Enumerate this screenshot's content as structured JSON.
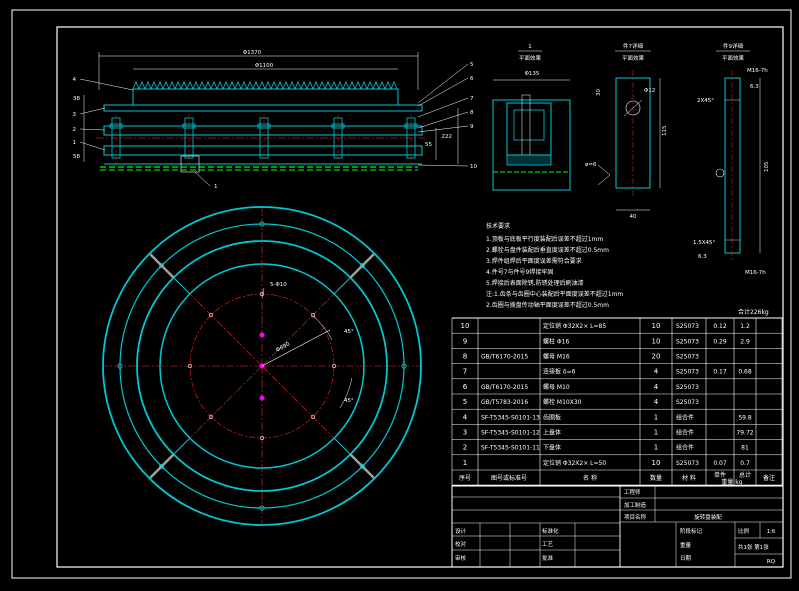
{
  "views": {
    "section_1": {
      "title": "1",
      "subtitle": "平面效果"
    },
    "part_7": {
      "title": "件7详细",
      "subtitle": "平面效果"
    },
    "part_9": {
      "title": "件9详细",
      "subtitle": "平面效果"
    }
  },
  "dimensions": {
    "overall_outer": "Φ1370",
    "overall_inner": "Φ1100",
    "left_38": "38",
    "left_58": "58",
    "right_222": "222",
    "right_55": "55",
    "sec_135": "Φ135",
    "sec_m6": "ø=6",
    "p7_d12": "Φ12",
    "p7_30": "30",
    "p7_115": "115",
    "p7_40": "40",
    "p9_m16_top": "M16-7h",
    "p9_63_top": "6.3",
    "p9_chamfer_top": "2X45°",
    "p9_chamfer_bot": "1.5X45°",
    "p9_63_bot": "6.3",
    "p9_m16_bot": "M16-7h",
    "p9_length": "105",
    "plan_holes": "5-Φ10",
    "plan_pcd": "Φ690",
    "plan_angle_1": "45°",
    "plan_angle_2": "45°"
  },
  "callouts": [
    "4",
    "3",
    "2",
    "1",
    "5",
    "6",
    "7",
    "8",
    "9",
    "10"
  ],
  "detail_ref": "1",
  "notes": {
    "title": "技术要求",
    "lines": [
      "1.顶板与底板平行度装配后误差不超过1mm",
      "2.螺栓与盘件装配后垂直度误差不超过0.5mm",
      "3.焊件组焊后平面度误差需符合要求",
      "4.件号7与件号9焊接牢固",
      "5.焊接后表面除锈,防锈处理后刷油漆",
      "注:1.齿条与齿圈中心装配后平面度误差不超过1mm",
      "   2.齿圈与拨盘传动轴平面度误差不超过0.5mm"
    ]
  },
  "bom": {
    "total_weight": "合计226kg",
    "rows": [
      {
        "no": "10",
        "code": "",
        "name": "定位销 Φ32X2× L=85",
        "qty": "10",
        "material": "S25073",
        "unit_wt": "0.12",
        "total_wt": "1.2",
        "remark": ""
      },
      {
        "no": "9",
        "code": "",
        "name": "螺柱 Φ16",
        "qty": "10",
        "material": "S25073",
        "unit_wt": "0.29",
        "total_wt": "2.9",
        "remark": ""
      },
      {
        "no": "8",
        "code": "GB/T6170-2015",
        "name": "螺母 M16",
        "qty": "20",
        "material": "S25073",
        "unit_wt": "",
        "total_wt": "",
        "remark": ""
      },
      {
        "no": "7",
        "code": "",
        "name": "连接板 δ=6",
        "qty": "4",
        "material": "S25073",
        "unit_wt": "0.17",
        "total_wt": "0.68",
        "remark": ""
      },
      {
        "no": "6",
        "code": "GB/T6170-2015",
        "name": "螺母 M10",
        "qty": "4",
        "material": "S25073",
        "unit_wt": "",
        "total_wt": "",
        "remark": ""
      },
      {
        "no": "5",
        "code": "GB/T5783-2016",
        "name": "螺栓 M10X30",
        "qty": "4",
        "material": "S25073",
        "unit_wt": "",
        "total_wt": "",
        "remark": ""
      },
      {
        "no": "4",
        "code": "SF-T5345-S0101-13",
        "name": "齿圈板",
        "qty": "1",
        "material": "组合件",
        "unit_wt": "",
        "total_wt": "59.8",
        "remark": ""
      },
      {
        "no": "3",
        "code": "SF-T5345-S0101-12",
        "name": "上盘体",
        "qty": "1",
        "material": "组合件",
        "unit_wt": "",
        "total_wt": "79.72",
        "remark": ""
      },
      {
        "no": "2",
        "code": "SF-T5345-S0101-11",
        "name": "下盘体",
        "qty": "1",
        "material": "组合件",
        "unit_wt": "",
        "total_wt": "81",
        "remark": ""
      },
      {
        "no": "1",
        "code": "",
        "name": "定位销 Φ32X2× L=50",
        "qty": "10",
        "material": "S25073",
        "unit_wt": "0.07",
        "total_wt": "0.7",
        "remark": ""
      }
    ],
    "header": {
      "no": "序号",
      "code": "图号或标准号",
      "name": "名  称",
      "qty": "数量",
      "material": "材  料",
      "single": "单件",
      "total": "总计",
      "weight": "重量 kg",
      "remark": "备注"
    }
  },
  "title_block": {
    "drawn": "设计",
    "checked": "校对",
    "approved": "审核",
    "std": "标准化",
    "process": "工艺",
    "approve2": "批准",
    "project": "项目名称",
    "drawing_name": "旋转盘装配",
    "scale_label": "比例",
    "scale": "1:6",
    "sheet": "共1张 第1张",
    "code": "RQ",
    "company_a": "工程师",
    "company_b": "加工制造",
    "stage": "阶段标记",
    "weight_label": "重量",
    "date_label": "日期"
  },
  "colors": {
    "bg": "#000000",
    "frame": "#ffffff",
    "cyan": "#00c8d2",
    "red": "#ff2020",
    "green": "#00ff00",
    "magenta": "#ff00ff",
    "yellow": "#ffff00",
    "grey": "#a0a0a0"
  }
}
